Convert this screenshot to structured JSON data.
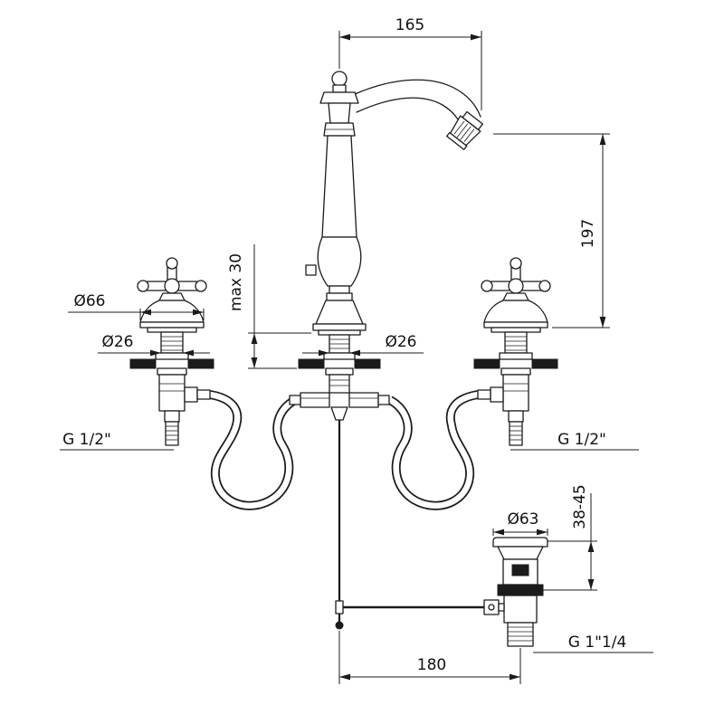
{
  "drawing": {
    "type": "technical-dimension-drawing",
    "subject": "3-hole basin mixer faucet with cross handles, flexible hoses and pop-up waste",
    "colors": {
      "line": "#1b1b1b",
      "background": "#ffffff"
    }
  },
  "labels": {
    "dim_165": "165",
    "dim_197": "197",
    "dim_max30": "max 30",
    "dim_d66": "Ø66",
    "dim_d26_left": "Ø26",
    "dim_d26_center": "Ø26",
    "g_half_left": "G 1/2\"",
    "g_half_right": "G 1/2\"",
    "dim_38_45": "38-45",
    "dim_d63": "Ø63",
    "g_1_14": "G 1\"1/4",
    "dim_180": "180"
  }
}
